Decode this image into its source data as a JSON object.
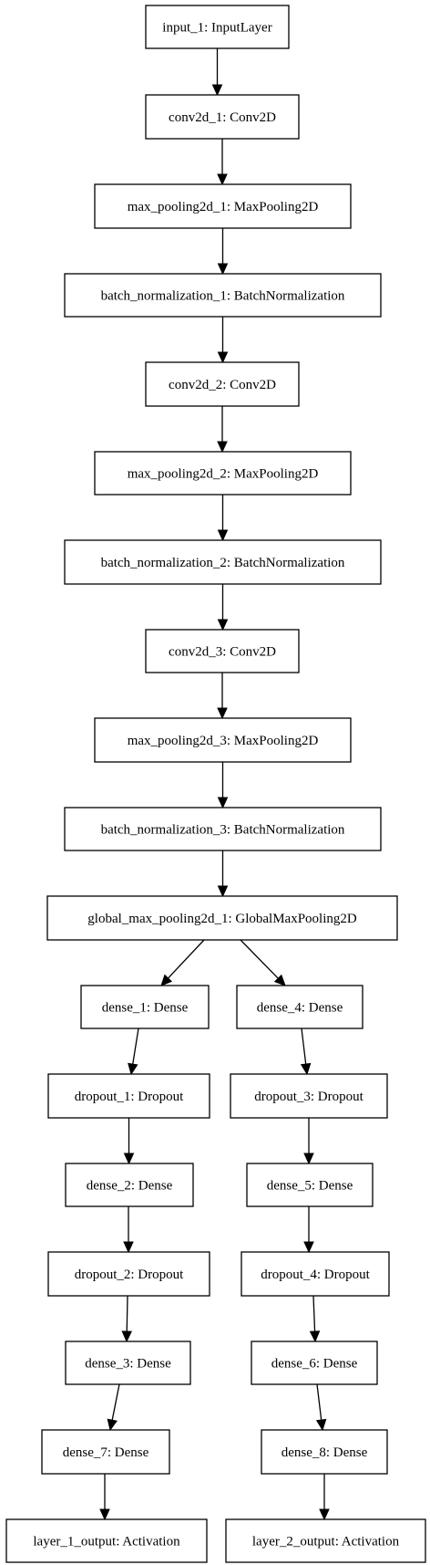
{
  "nodes": [
    {
      "id": "input_1",
      "label": "input_1: InputLayer"
    },
    {
      "id": "conv2d_1",
      "label": "conv2d_1: Conv2D"
    },
    {
      "id": "max_pooling2d_1",
      "label": "max_pooling2d_1: MaxPooling2D"
    },
    {
      "id": "batch_normalization_1",
      "label": "batch_normalization_1: BatchNormalization"
    },
    {
      "id": "conv2d_2",
      "label": "conv2d_2: Conv2D"
    },
    {
      "id": "max_pooling2d_2",
      "label": "max_pooling2d_2: MaxPooling2D"
    },
    {
      "id": "batch_normalization_2",
      "label": "batch_normalization_2: BatchNormalization"
    },
    {
      "id": "conv2d_3",
      "label": "conv2d_3: Conv2D"
    },
    {
      "id": "max_pooling2d_3",
      "label": "max_pooling2d_3: MaxPooling2D"
    },
    {
      "id": "batch_normalization_3",
      "label": "batch_normalization_3: BatchNormalization"
    },
    {
      "id": "global_max_pooling2d_1",
      "label": "global_max_pooling2d_1: GlobalMaxPooling2D"
    },
    {
      "id": "dense_1",
      "label": "dense_1: Dense"
    },
    {
      "id": "dropout_1",
      "label": "dropout_1: Dropout"
    },
    {
      "id": "dense_2",
      "label": "dense_2: Dense"
    },
    {
      "id": "dropout_2",
      "label": "dropout_2: Dropout"
    },
    {
      "id": "dense_3",
      "label": "dense_3: Dense"
    },
    {
      "id": "dense_7",
      "label": "dense_7: Dense"
    },
    {
      "id": "layer_1_output",
      "label": "layer_1_output: Activation"
    },
    {
      "id": "dense_4",
      "label": "dense_4: Dense"
    },
    {
      "id": "dropout_3",
      "label": "dropout_3: Dropout"
    },
    {
      "id": "dense_5",
      "label": "dense_5: Dense"
    },
    {
      "id": "dropout_4",
      "label": "dropout_4: Dropout"
    },
    {
      "id": "dense_6",
      "label": "dense_6: Dense"
    },
    {
      "id": "dense_8",
      "label": "dense_8: Dense"
    },
    {
      "id": "layer_2_output",
      "label": "layer_2_output: Activation"
    }
  ],
  "edges": [
    [
      "input_1",
      "conv2d_1"
    ],
    [
      "conv2d_1",
      "max_pooling2d_1"
    ],
    [
      "max_pooling2d_1",
      "batch_normalization_1"
    ],
    [
      "batch_normalization_1",
      "conv2d_2"
    ],
    [
      "conv2d_2",
      "max_pooling2d_2"
    ],
    [
      "max_pooling2d_2",
      "batch_normalization_2"
    ],
    [
      "batch_normalization_2",
      "conv2d_3"
    ],
    [
      "conv2d_3",
      "max_pooling2d_3"
    ],
    [
      "max_pooling2d_3",
      "batch_normalization_3"
    ],
    [
      "batch_normalization_3",
      "global_max_pooling2d_1"
    ],
    [
      "global_max_pooling2d_1",
      "dense_1"
    ],
    [
      "global_max_pooling2d_1",
      "dense_4"
    ],
    [
      "dense_1",
      "dropout_1"
    ],
    [
      "dropout_1",
      "dense_2"
    ],
    [
      "dense_2",
      "dropout_2"
    ],
    [
      "dropout_2",
      "dense_3"
    ],
    [
      "dense_3",
      "dense_7"
    ],
    [
      "dense_7",
      "layer_1_output"
    ],
    [
      "dense_4",
      "dropout_3"
    ],
    [
      "dropout_3",
      "dense_5"
    ],
    [
      "dense_5",
      "dropout_4"
    ],
    [
      "dropout_4",
      "dense_6"
    ],
    [
      "dense_6",
      "dense_8"
    ],
    [
      "dense_8",
      "layer_2_output"
    ]
  ]
}
